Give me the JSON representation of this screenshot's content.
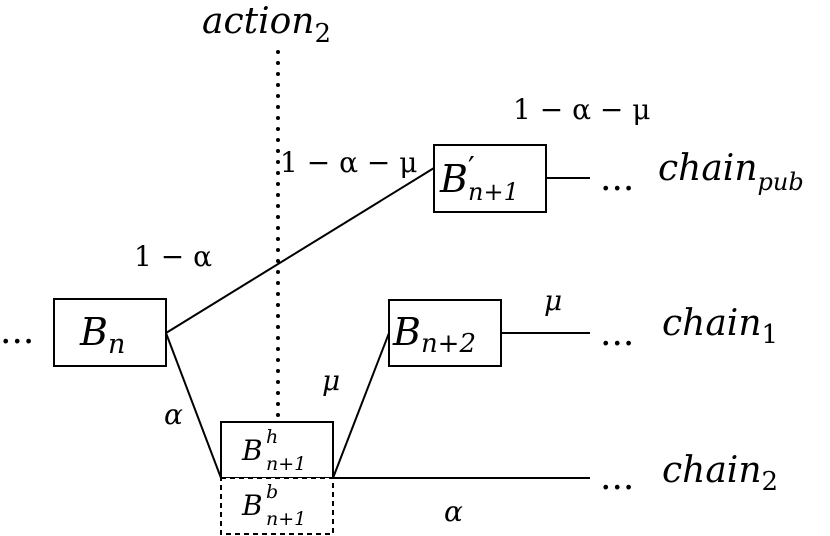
{
  "diagram": {
    "action_label": {
      "base": "action",
      "sub": "2"
    },
    "nodes": {
      "bn": {
        "base": "B",
        "sub": "n"
      },
      "bprime": {
        "base": "B",
        "prime": "′",
        "sub": "n+1"
      },
      "bn2": {
        "base": "B",
        "sub": "n+2"
      },
      "bh": {
        "base": "B",
        "sup": "h",
        "sub": "n+1"
      },
      "bb": {
        "base": "B",
        "sup": "b",
        "sub": "n+1"
      }
    },
    "chains": {
      "pub": {
        "base": "chain",
        "sub": "pub"
      },
      "one": {
        "base": "chain",
        "sub": "1"
      },
      "two": {
        "base": "chain",
        "sub": "2"
      }
    },
    "ellipsis": "...",
    "edge_labels": {
      "one_minus_alpha": "1 − α",
      "one_minus_alpha_mu_inner": "1 − α − μ",
      "one_minus_alpha_mu_outer": "1 − α − μ",
      "alpha_down": "α",
      "alpha_bottom": "α",
      "mu_up": "μ",
      "mu_right": "μ"
    }
  }
}
